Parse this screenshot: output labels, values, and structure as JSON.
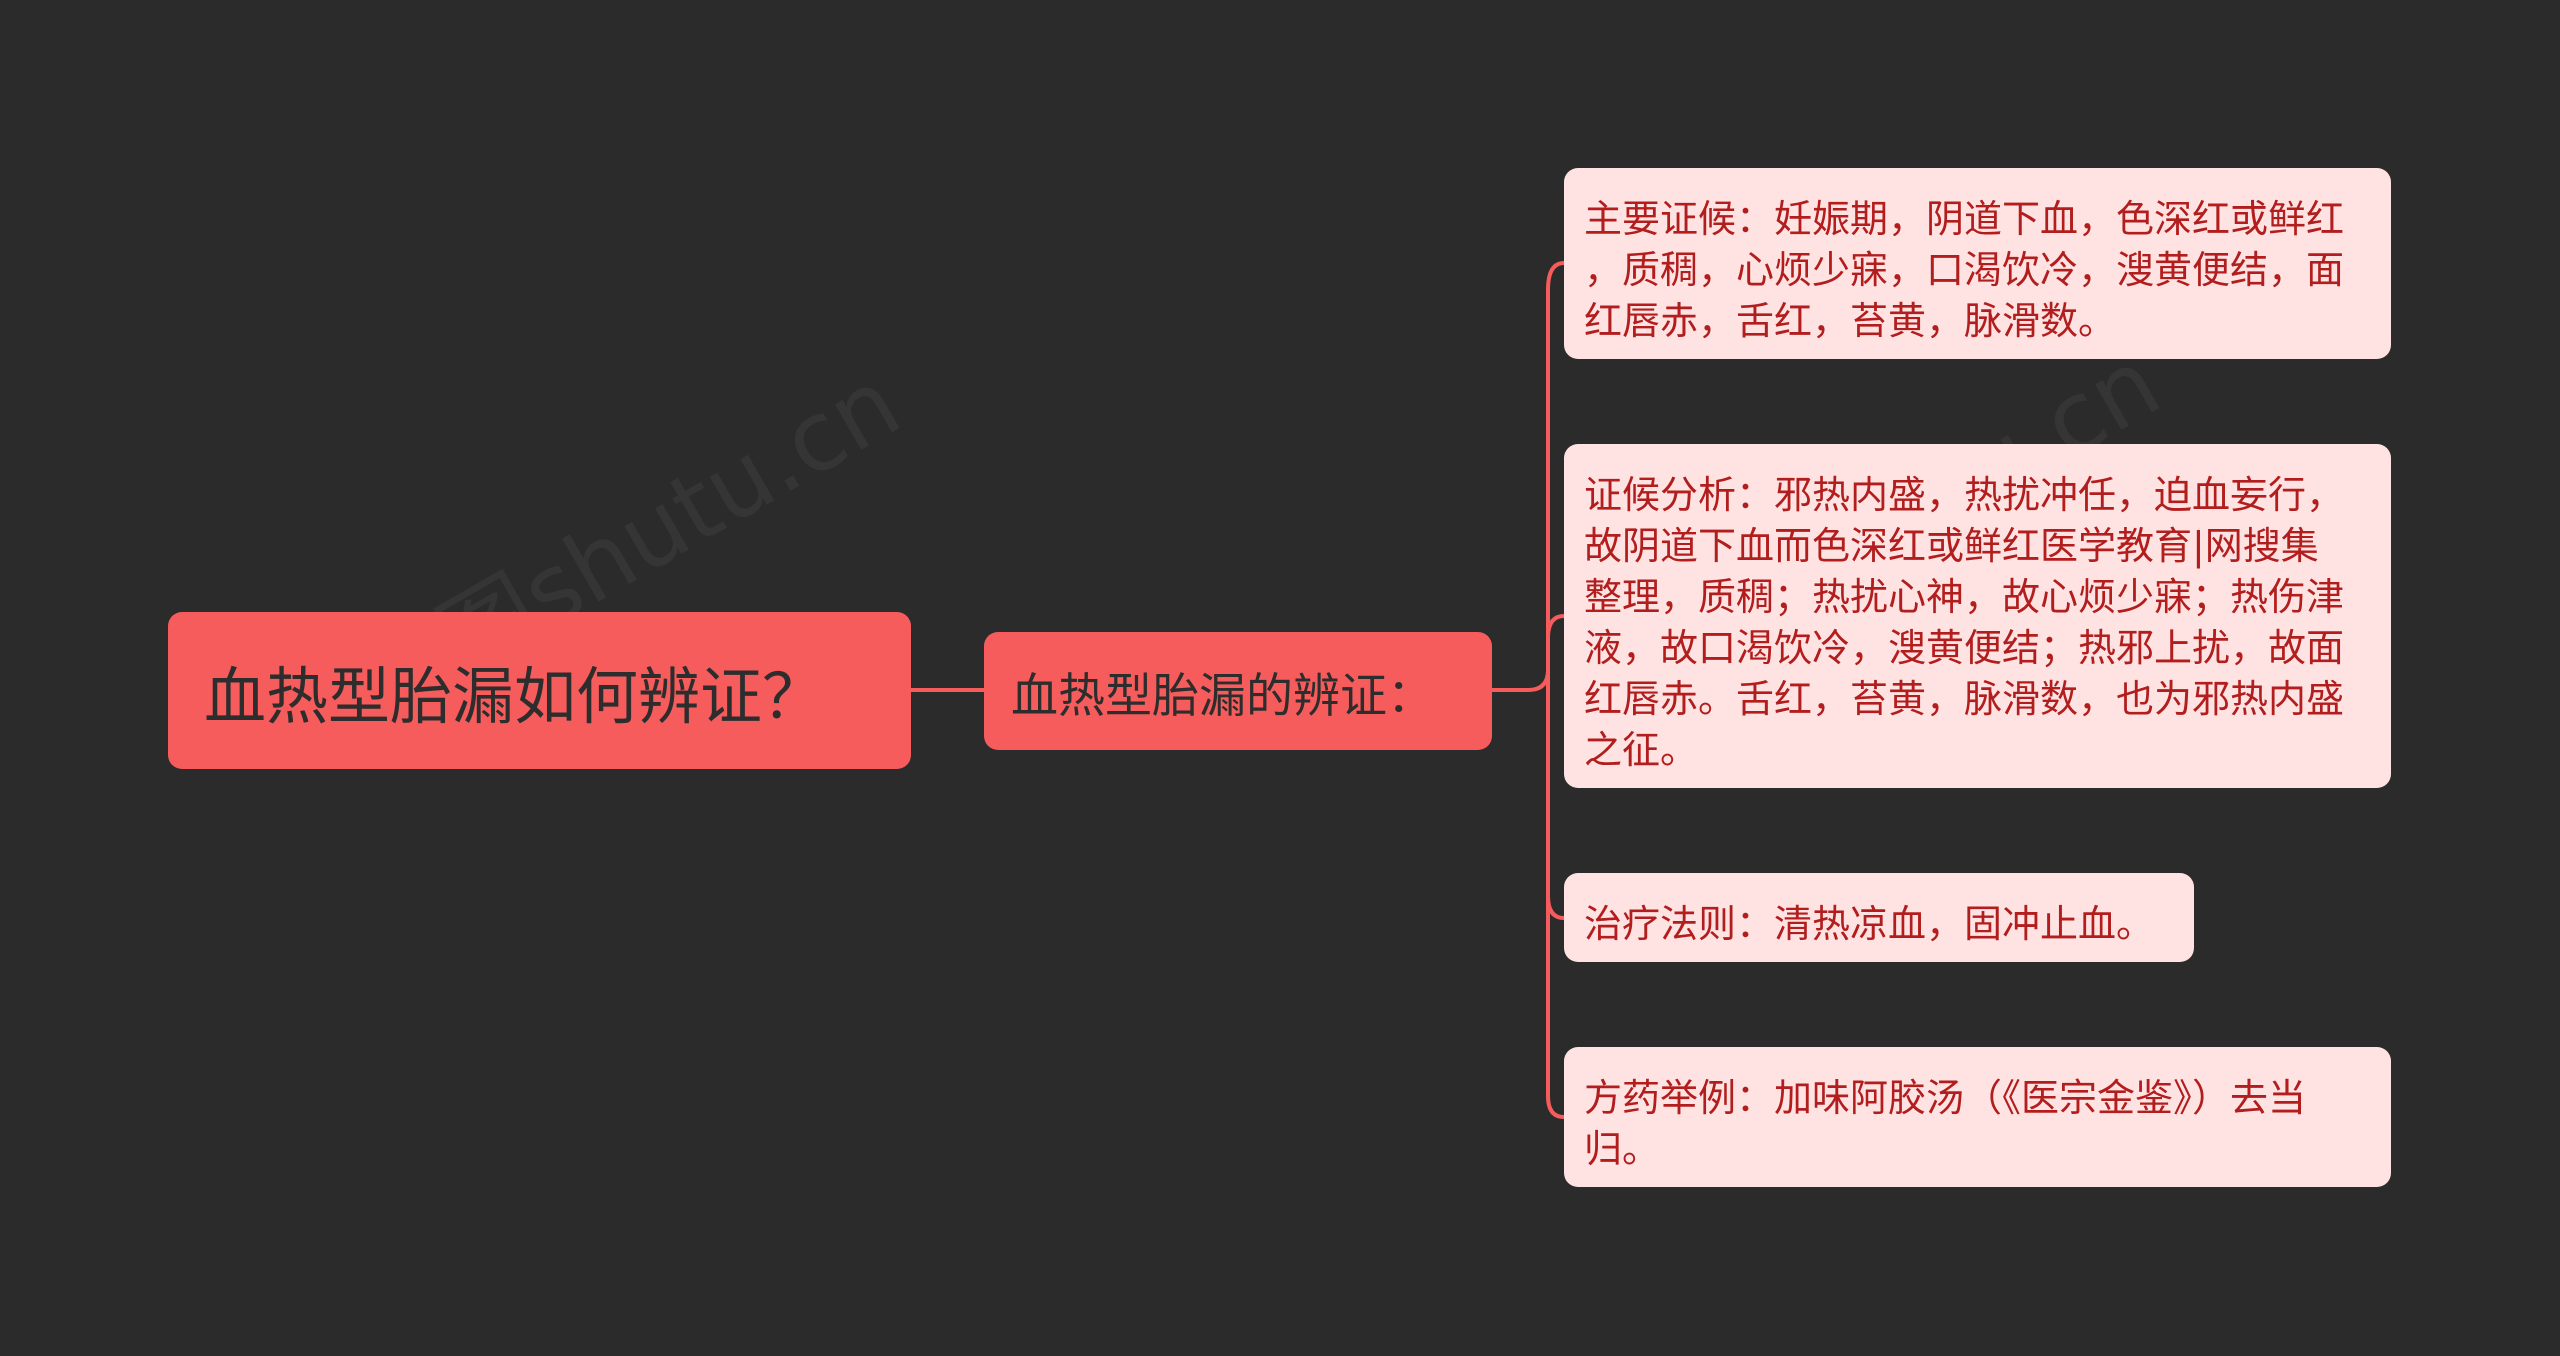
{
  "colors": {
    "background": "#2b2b2b",
    "primary_node": "#f75c5c",
    "leaf_node": "#ffe3e3",
    "leaf_text": "#b21d1d",
    "connector": "#f75c5c"
  },
  "mindmap": {
    "root": {
      "label": "血热型胎漏如何辨证？"
    },
    "branch": {
      "label": "血热型胎漏的辨证："
    },
    "leaves": [
      {
        "label": "主要证候：妊娠期，阴道下血，色深红或鲜红\n，质稠，心烦少寐，口渴饮冷，溲黄便结，面\n红唇赤，舌红，苔黄，脉滑数。"
      },
      {
        "label": "证候分析：邪热内盛，热扰冲任，迫血妄行，\n故阴道下血而色深红或鲜红医学教育|网搜集\n整理，质稠；热扰心神，故心烦少寐；热伤津\n液，故口渴饮冷，溲黄便结；热邪上扰，故面\n红唇赤。舌红，苔黄，脉滑数，也为邪热内盛\n之征。"
      },
      {
        "label": "治疗法则：清热凉血，固冲止血。"
      },
      {
        "label": "方药举例：加味阿胶汤（《医宗金鉴》）去当\n归。"
      }
    ]
  },
  "watermarks": [
    "树图shutu.cn",
    "树图shutu.cn"
  ]
}
